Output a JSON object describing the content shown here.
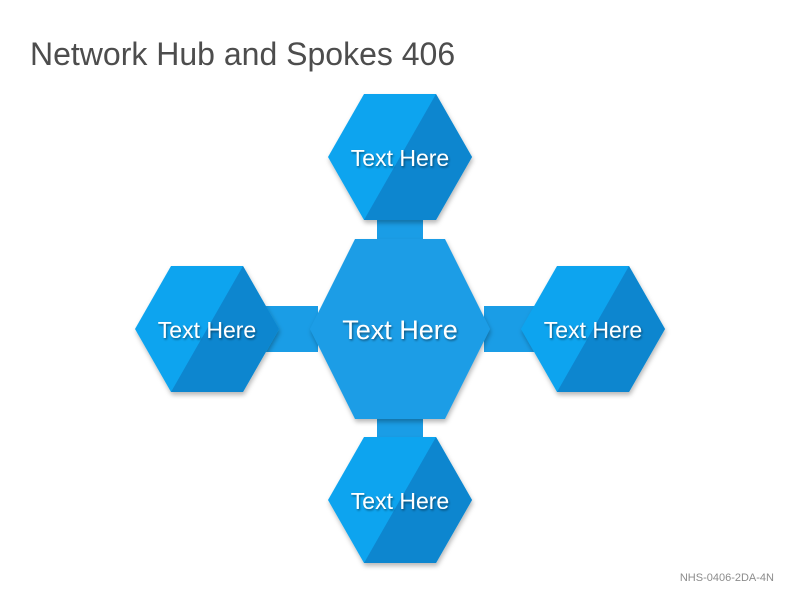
{
  "title": "Network Hub and Spokes 406",
  "colors": {
    "hub": "#1a9de6",
    "spoke_light": "#0aa4ef",
    "spoke_dark": "#0b86cf",
    "connector": "#1a9de6",
    "label": "#ffffff"
  },
  "diagram": {
    "hub": {
      "label": "Text Here"
    },
    "spokes": [
      {
        "position": "top",
        "label": "Text Here"
      },
      {
        "position": "left",
        "label": "Text Here"
      },
      {
        "position": "right",
        "label": "Text Here"
      },
      {
        "position": "bottom",
        "label": "Text Here"
      }
    ]
  },
  "footer": {
    "code": "NHS-0406-2DA-4N"
  }
}
